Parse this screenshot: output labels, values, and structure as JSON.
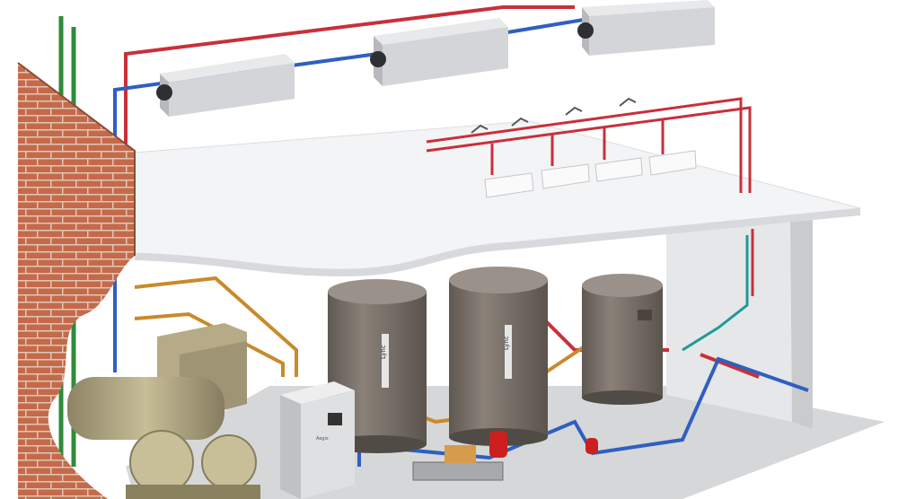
{
  "labels": {
    "tank_brand": "Lync",
    "hp_logo": "Aegis"
  },
  "colors": {
    "hot": "#c8303a",
    "cold": "#2f5fc0",
    "refrigerant": "#c98a2a",
    "vent": "#2f8a3a",
    "brick": "#c46a4a",
    "tank": "#7d746c",
    "chiller": "#b6ab86",
    "unit": "#d3d5d8"
  },
  "icons": [
    "ceiling-fan-unit",
    "sink",
    "faucet",
    "water-tank",
    "chiller",
    "heat-pump-cabinet",
    "expansion-tank",
    "pump"
  ]
}
